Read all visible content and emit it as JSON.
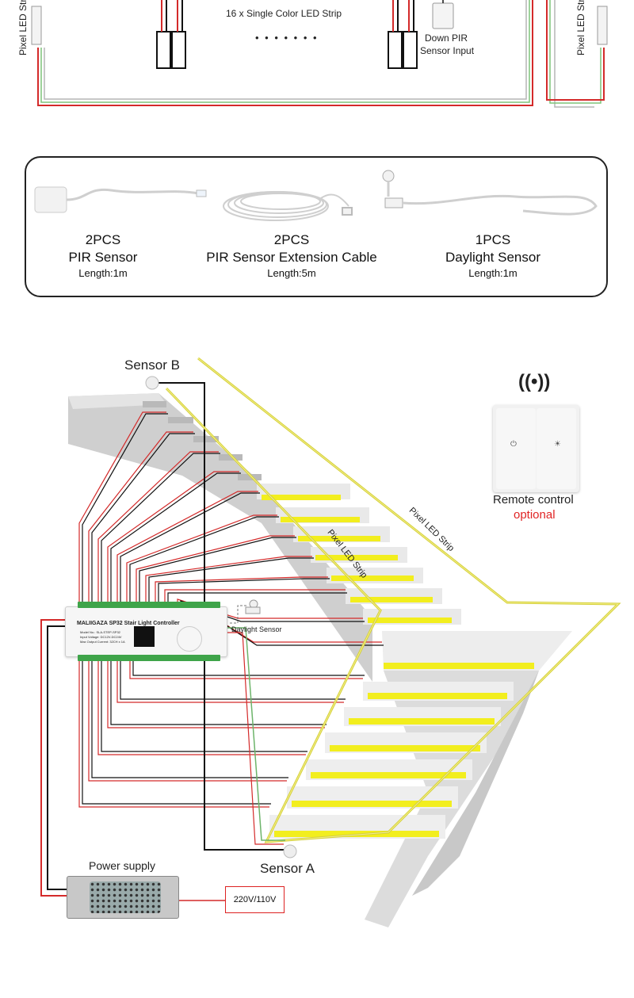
{
  "top_diagram": {
    "strip_label": "16 x Single Color LED Strip",
    "dots": "• • • • • • •",
    "pir_label_line1": "Down PIR",
    "pir_label_line2": "Sensor Input",
    "pixel_left": "Pixel LED Strip",
    "pixel_right": "Pixel LED Strip"
  },
  "accessories": [
    {
      "qty": "2PCS",
      "name": "PIR Sensor",
      "length": "Length:1m"
    },
    {
      "qty": "2PCS",
      "name": "PIR Sensor Extension Cable",
      "length": "Length:5m"
    },
    {
      "qty": "1PCS",
      "name": "Daylight Sensor",
      "length": "Length:1m"
    }
  ],
  "wiring": {
    "sensor_b": "Sensor B",
    "sensor_a": "Sensor A",
    "remote_title": "Remote control",
    "remote_optional": "optional",
    "remote_icon": "wireless-signal-icon",
    "pixel_strip_1": "Pixel LED Strip",
    "pixel_strip_2": "Pixel LED Strip",
    "daylight": "Daylight Sensor",
    "controller_title": "MALIIGAZA SP32 Stair Light Controller",
    "controller_spec1": "Model No.: SLA-STEP-SP32",
    "controller_spec2": "Input Voltage: DC12V-DC24V",
    "controller_spec3": "Max Output Current: 32CH x 1A",
    "power_supply": "Power supply",
    "mains": "220V/110V"
  },
  "colors": {
    "wire_red": "#d42a2a",
    "wire_black": "#111111",
    "strip_yellow": "#f2ee1e",
    "wire_green": "#7fc47a"
  }
}
